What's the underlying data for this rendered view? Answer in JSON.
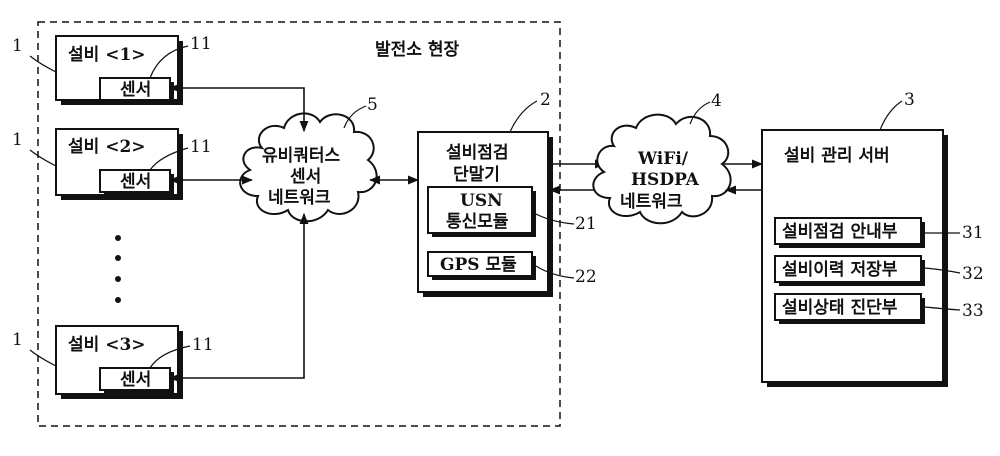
{
  "site": {
    "title": "발전소 현장"
  },
  "equipment": [
    {
      "label": "설비 <1>",
      "ref": "1",
      "sensor": "센서",
      "sensor_ref": "11"
    },
    {
      "label": "설비 <2>",
      "ref": "1",
      "sensor": "센서",
      "sensor_ref": "11"
    },
    {
      "label": "설비 <3>",
      "ref": "1",
      "sensor": "센서",
      "sensor_ref": "11"
    }
  ],
  "usn": {
    "lines": [
      "유비쿼터스",
      "센서",
      "네트워크"
    ],
    "ref": "5"
  },
  "terminal": {
    "lines": [
      "설비점검",
      "단말기"
    ],
    "ref": "2",
    "usn_module": {
      "lines": [
        "USN",
        "통신모듈"
      ],
      "ref": "21"
    },
    "gps_module": {
      "label": "GPS 모듈",
      "ref": "22"
    }
  },
  "wireless": {
    "lines": [
      "WiFi/",
      "HSDPA",
      "네트워크"
    ],
    "ref": "4"
  },
  "server": {
    "title": "설비 관리 서버",
    "ref": "3",
    "modules": [
      {
        "label": "설비점검 안내부",
        "ref": "31"
      },
      {
        "label": "설비이력 저장부",
        "ref": "32"
      },
      {
        "label": "설비상태 진단부",
        "ref": "33"
      }
    ]
  }
}
